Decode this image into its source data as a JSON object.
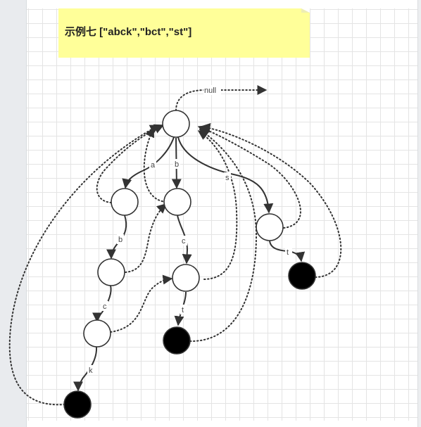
{
  "note": {
    "title": "示例七 [\"abck\",\"bct\",\"st\"]",
    "background": "#ffff99"
  },
  "trie": {
    "null_label": "null",
    "nodes": [
      {
        "id": "root",
        "end": false
      },
      {
        "id": "a",
        "end": false
      },
      {
        "id": "b",
        "end": false
      },
      {
        "id": "s",
        "end": false
      },
      {
        "id": "ab",
        "end": false
      },
      {
        "id": "bc",
        "end": false
      },
      {
        "id": "st",
        "end": true
      },
      {
        "id": "abc",
        "end": false
      },
      {
        "id": "bct",
        "end": true
      },
      {
        "id": "abck",
        "end": true
      }
    ],
    "edges": [
      {
        "from": "root",
        "to": "a",
        "label": "a"
      },
      {
        "from": "root",
        "to": "b",
        "label": "b"
      },
      {
        "from": "root",
        "to": "s",
        "label": "s"
      },
      {
        "from": "a",
        "to": "ab",
        "label": "b"
      },
      {
        "from": "b",
        "to": "bc",
        "label": "c"
      },
      {
        "from": "s",
        "to": "st",
        "label": "t"
      },
      {
        "from": "ab",
        "to": "abc",
        "label": "c"
      },
      {
        "from": "bc",
        "to": "bct",
        "label": "t"
      },
      {
        "from": "abc",
        "to": "abck",
        "label": "k"
      }
    ],
    "fail_links": [
      {
        "from": "root",
        "to": "null"
      },
      {
        "from": "a",
        "to": "root"
      },
      {
        "from": "b",
        "to": "root"
      },
      {
        "from": "s",
        "to": "root"
      },
      {
        "from": "ab",
        "to": "b"
      },
      {
        "from": "bc",
        "to": "root"
      },
      {
        "from": "st",
        "to": "root"
      },
      {
        "from": "abc",
        "to": "bc"
      },
      {
        "from": "bct",
        "to": "root"
      },
      {
        "from": "abck",
        "to": "root"
      }
    ]
  }
}
